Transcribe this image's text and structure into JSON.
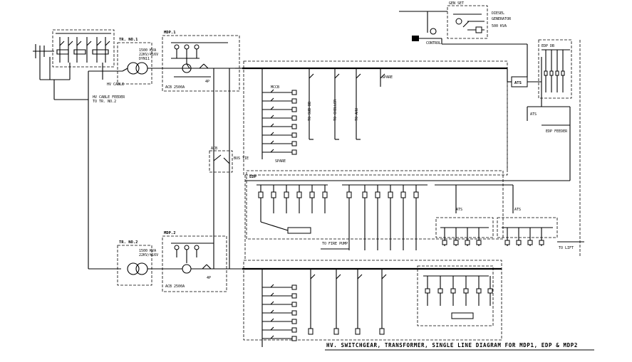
{
  "title": "HV. SWITCHGEAR, TRANSFORMER, SINGLE LINE DIAGRAM FOR MDP1, EDP & MDP2",
  "transformer_1": {
    "label": "TR. NO.1"
  },
  "transformer_2": {
    "label": "TR. NO.2"
  },
  "panel_labels": {
    "mdp1": "MDP.1",
    "mdp2": "MDP.2",
    "edp": "EDP",
    "ats": "ATS"
  },
  "colors": {
    "line": "#000000",
    "background": "#ffffff"
  }
}
